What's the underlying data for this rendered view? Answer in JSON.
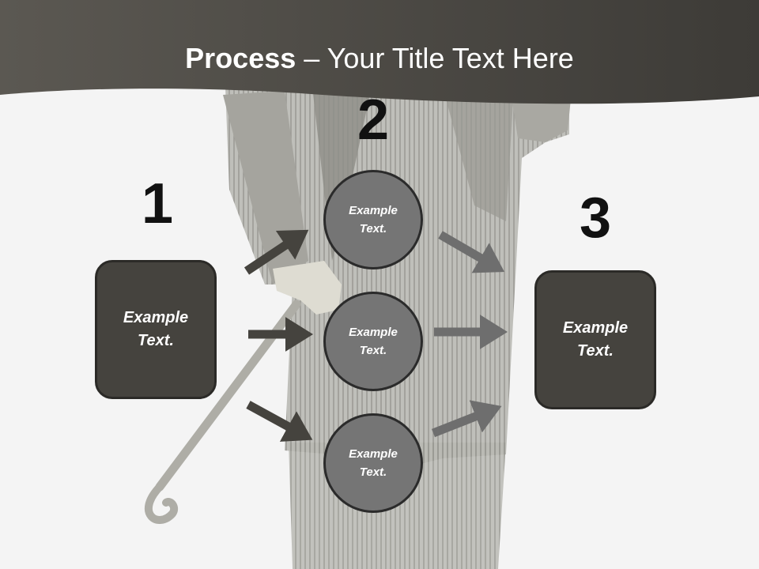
{
  "title": {
    "bold_part": "Process",
    "rest": " – Your Title Text Here"
  },
  "steps": [
    {
      "number": "1",
      "text": "Example Text."
    },
    {
      "number": "2",
      "text": ""
    },
    {
      "number": "3",
      "text": "Example Text."
    }
  ],
  "middle_circles": [
    {
      "text": "Example Text."
    },
    {
      "text": "Example Text."
    },
    {
      "text": "Example Text."
    }
  ],
  "colors": {
    "header": "#4a4742",
    "box_fill": "#45433e",
    "circle_fill": "#757575",
    "arrow_dark": "#45433e",
    "arrow_light": "#6e6e6e"
  }
}
